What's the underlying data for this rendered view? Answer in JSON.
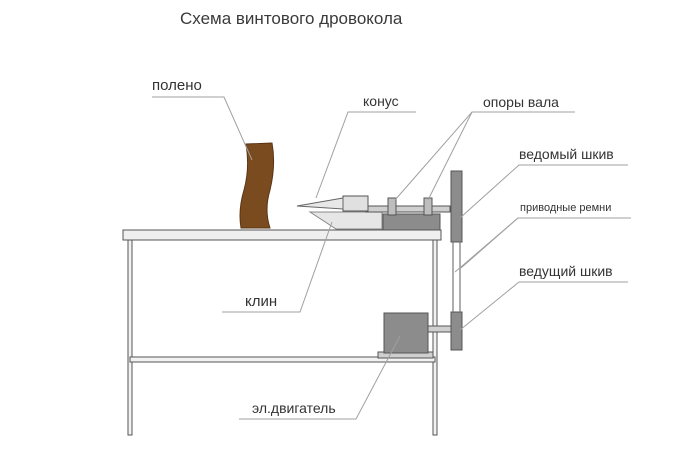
{
  "diagram": {
    "title": "Схема винтового дровокола",
    "labels": {
      "log": "полено",
      "cone": "конус",
      "shaft_supports": "опоры вала",
      "driven_pulley": "ведомый шкив",
      "drive_belts": "приводные ремни",
      "drive_pulley": "ведущий шкив",
      "wedge": "клин",
      "motor": "эл.двигатель"
    },
    "colors": {
      "wood": "#7a4b1e",
      "steel_light": "#dcdcdc",
      "steel_dark": "#8c8c8c",
      "outline": "#555555",
      "leader_line": "#a0a0a0"
    }
  }
}
